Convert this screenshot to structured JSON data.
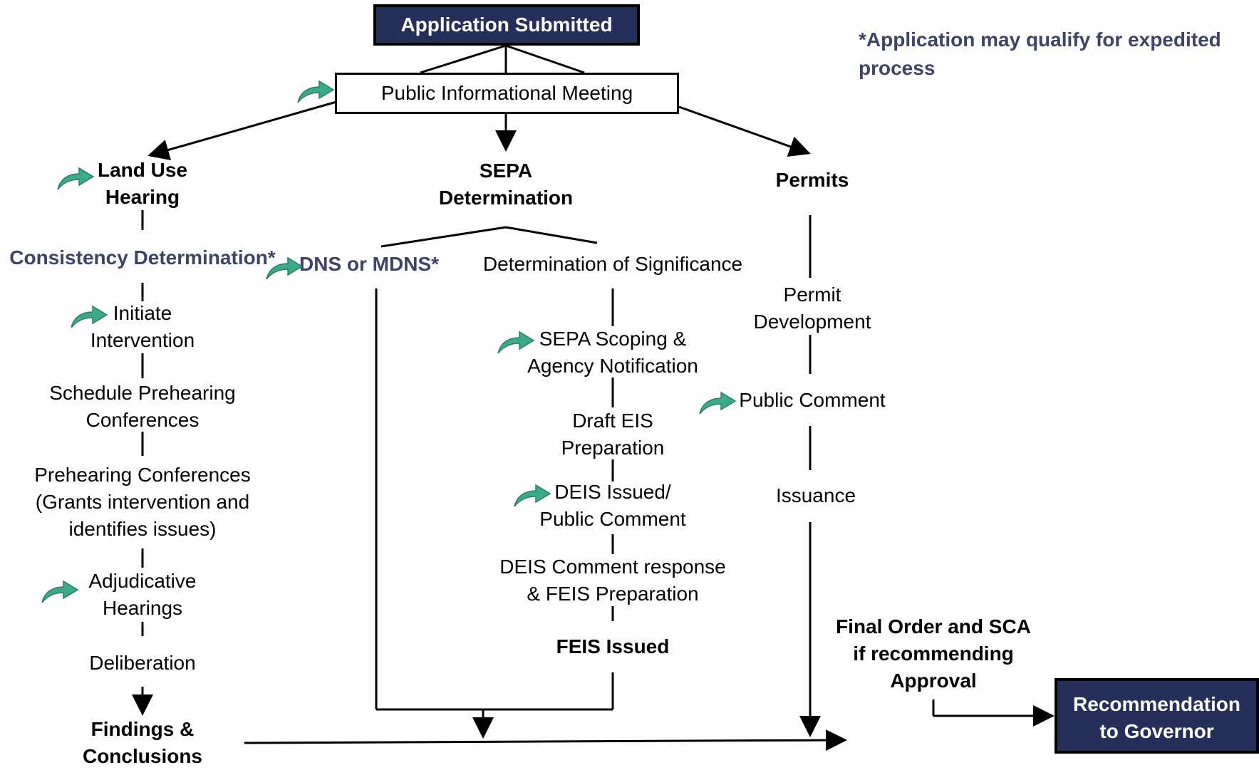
{
  "top": {
    "application_submitted": "Application Submitted",
    "public_informational_meeting": "Public Informational Meeting",
    "expedited_note": "*Application may qualify for expedited process"
  },
  "branches": {
    "land_use": {
      "heading": "Land Use\nHearing",
      "consistency": "Consistency Determination*",
      "steps": [
        "Initiate\nIntervention",
        "Schedule Prehearing\nConferences",
        "Prehearing Conferences\n(Grants intervention and\nidentifies issues)",
        "Adjudicative\nHearings",
        "Deliberation"
      ],
      "result": "Findings &\nConclusions"
    },
    "sepa": {
      "heading": "SEPA\nDetermination",
      "dns": "DNS or MDNS*",
      "ds": "Determination of Significance",
      "steps": [
        "SEPA Scoping &\nAgency Notification",
        "Draft EIS\nPreparation",
        "DEIS Issued/\nPublic Comment",
        "DEIS Comment response\n& FEIS Preparation"
      ],
      "result": "FEIS Issued"
    },
    "permits": {
      "heading": "Permits",
      "steps": [
        "Permit\nDevelopment",
        "Public Comment",
        "Issuance"
      ]
    }
  },
  "final": {
    "final_order": "Final Order and SCA\nif recommending\nApproval",
    "recommendation": "Recommendation\nto Governor"
  },
  "colors": {
    "navy_box": "#25305a",
    "navy_text": "#3d4466",
    "arrow_icon": "#3aaa8a"
  }
}
